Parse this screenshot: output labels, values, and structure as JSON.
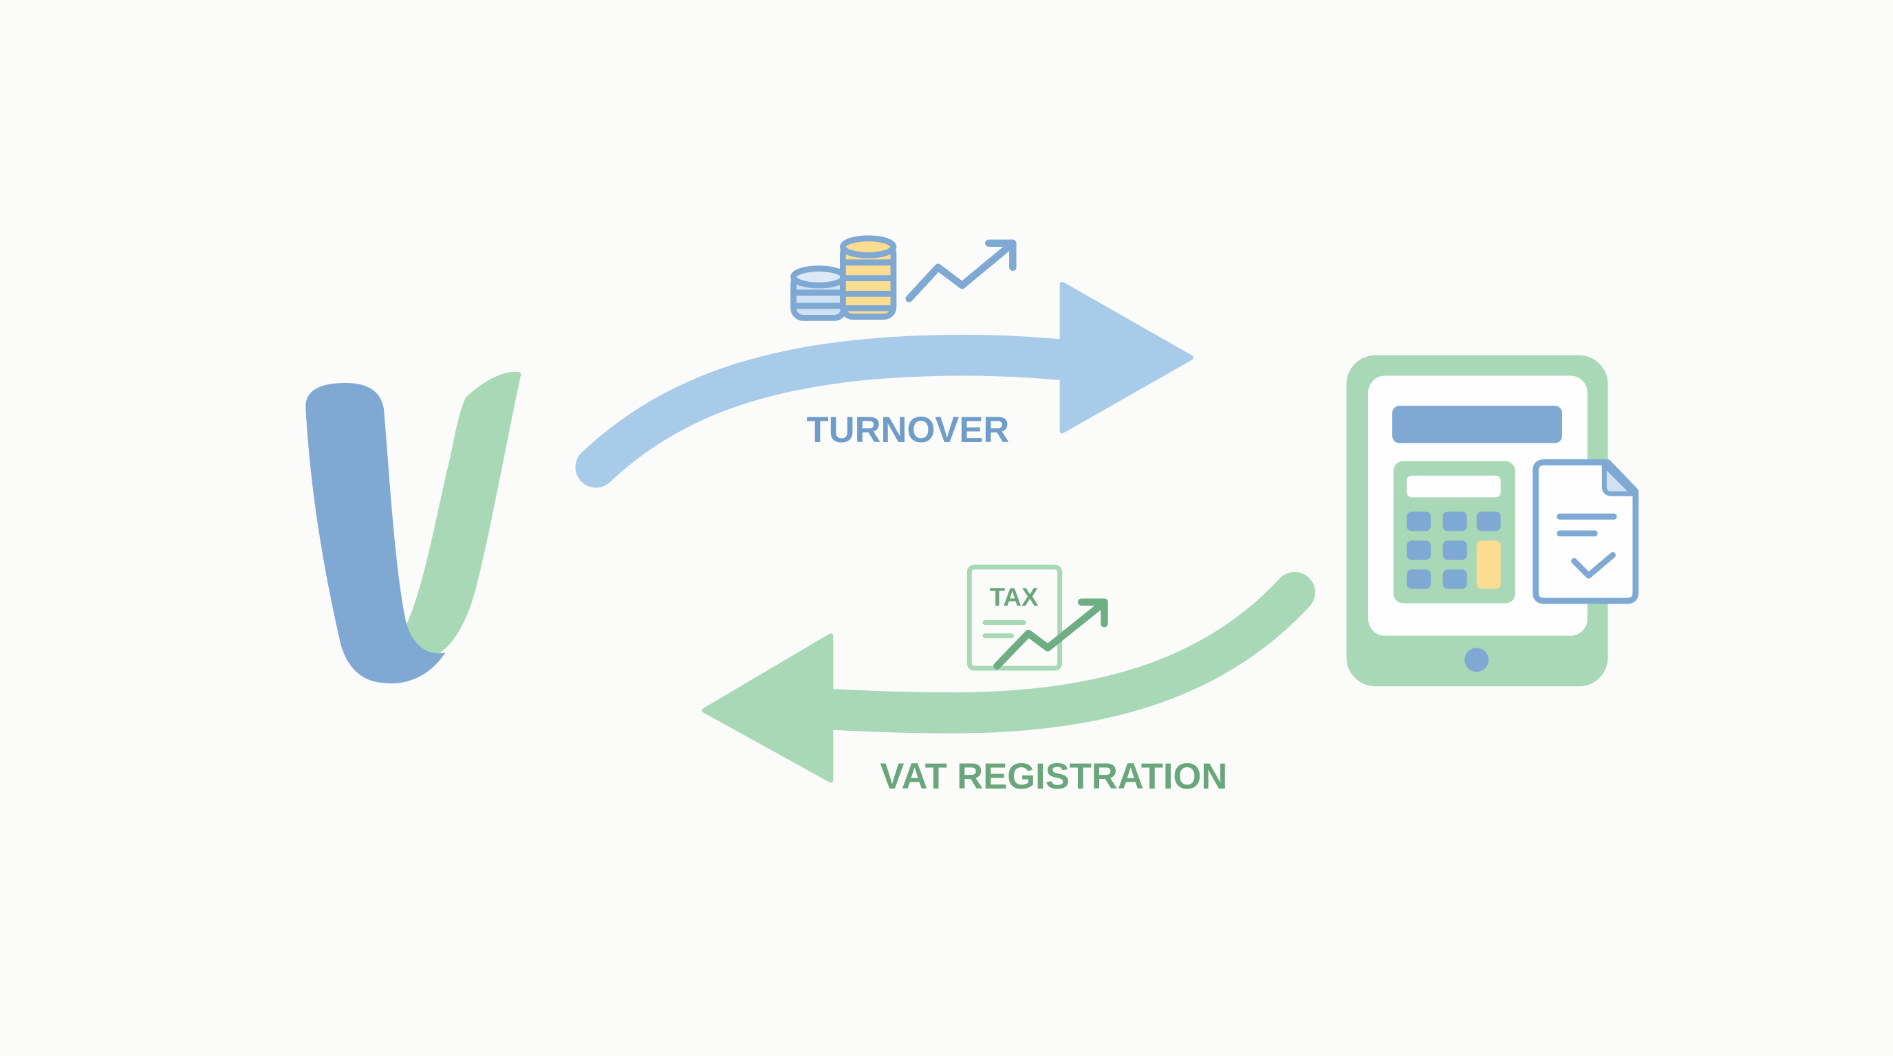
{
  "labels": {
    "turnover": "TURNOVER",
    "vat_registration": "VAT REGISTRATION",
    "tax": "TAX"
  },
  "colors": {
    "background": "#fbfcfa",
    "blue": "#7fa9d3",
    "light_blue": "#a9cbea",
    "green": "#a9d8b6",
    "dark_green": "#6fae84",
    "yellow": "#fbdc91",
    "blue_text": "#6f9cc8",
    "green_text": "#6aa67c"
  },
  "icons": [
    "v-logo",
    "coins-icon",
    "trend-up-icon",
    "tax-document-icon",
    "tablet-calculator-icon",
    "checked-document-icon"
  ]
}
